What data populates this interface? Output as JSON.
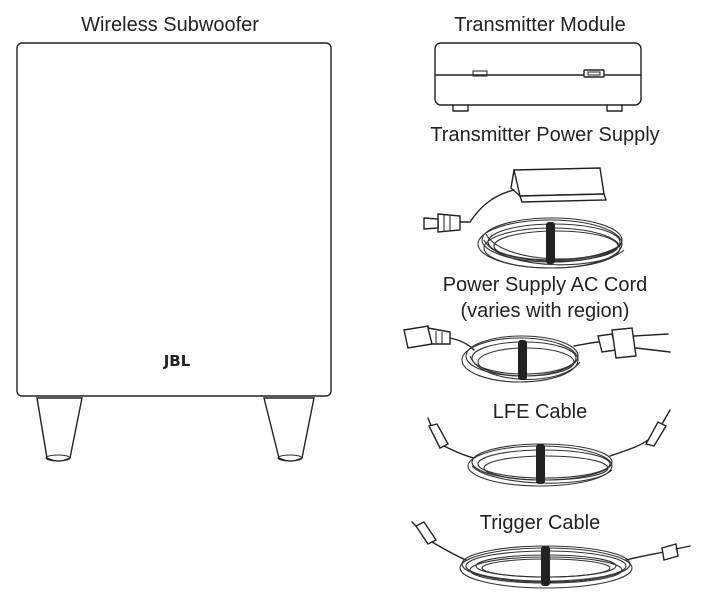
{
  "items": {
    "subwoofer": {
      "label": "Wireless Subwoofer",
      "brand": "JBL"
    },
    "transmitter": {
      "label": "Transmitter Module"
    },
    "power_supply": {
      "label": "Transmitter Power Supply"
    },
    "ac_cord": {
      "label": "Power Supply AC Cord",
      "sublabel": "(varies with region)"
    },
    "lfe_cable": {
      "label": "LFE Cable"
    },
    "trigger_cable": {
      "label": "Trigger Cable"
    }
  }
}
